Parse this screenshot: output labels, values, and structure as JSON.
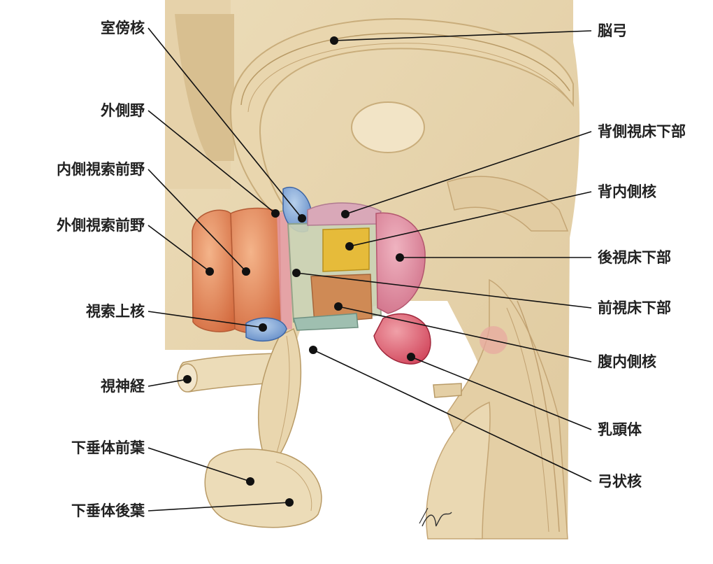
{
  "figure": {
    "signature": "F. Netter"
  },
  "labels_left": [
    {
      "id": "paraventricular",
      "text": "室傍核"
    },
    {
      "id": "lateral-area",
      "text": "外側野"
    },
    {
      "id": "medial-preoptic",
      "text": "内側視索前野"
    },
    {
      "id": "lateral-preoptic",
      "text": "外側視索前野"
    },
    {
      "id": "supraoptic",
      "text": "視索上核"
    },
    {
      "id": "optic-nerve",
      "text": "視神経"
    },
    {
      "id": "anterior-pituitary",
      "text": "下垂体前葉"
    },
    {
      "id": "posterior-pituitary",
      "text": "下垂体後葉"
    }
  ],
  "labels_right": [
    {
      "id": "fornix",
      "text": "脳弓"
    },
    {
      "id": "dorsal-hypothalamic",
      "text": "背側視床下部"
    },
    {
      "id": "dorsomedial",
      "text": "背内側核"
    },
    {
      "id": "posterior-hypothalamus",
      "text": "後視床下部"
    },
    {
      "id": "anterior-hypothalamus",
      "text": "前視床下部"
    },
    {
      "id": "ventromedial",
      "text": "腹内側核"
    },
    {
      "id": "mammillary",
      "text": "乳頭体"
    },
    {
      "id": "arcuate",
      "text": "弓状核"
    }
  ]
}
